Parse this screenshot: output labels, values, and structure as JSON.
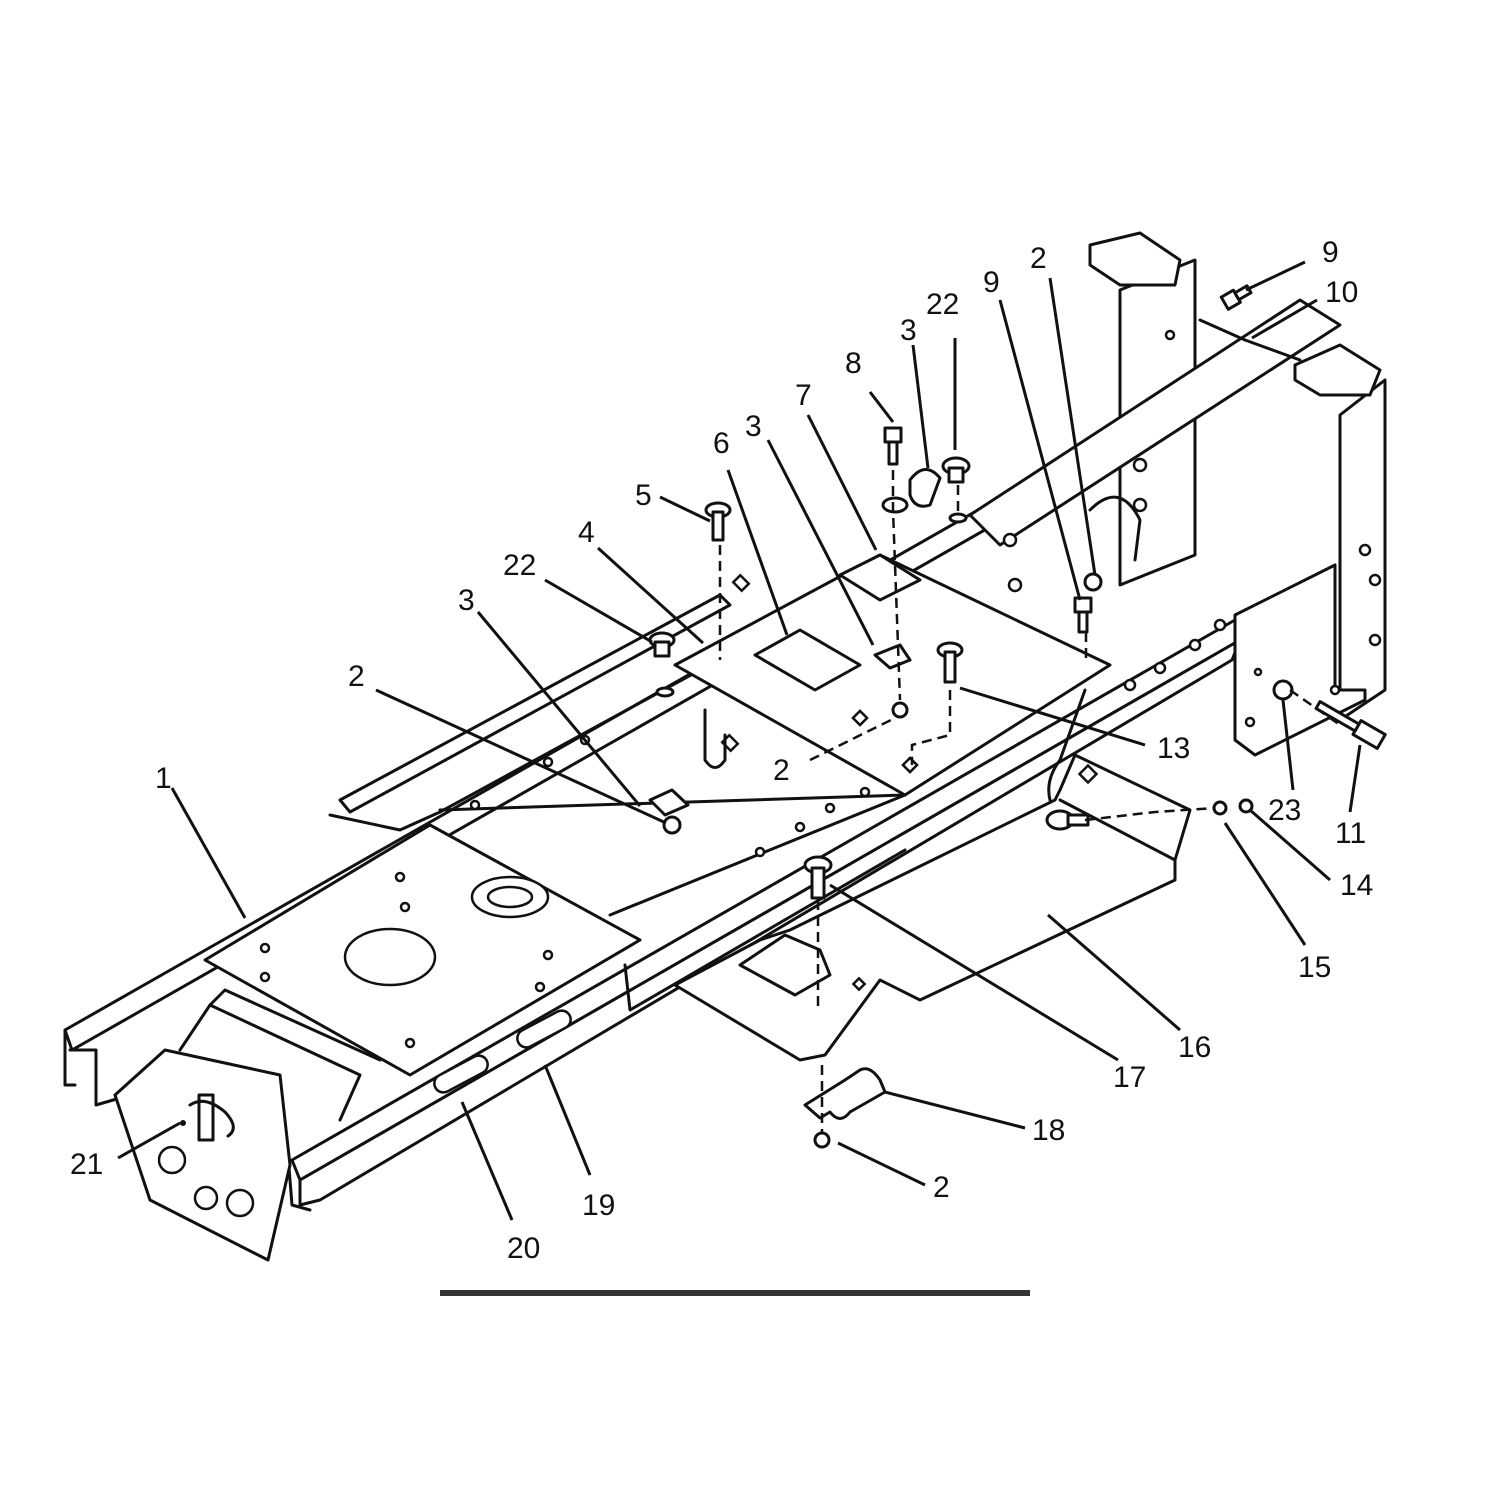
{
  "figure": {
    "callouts": [
      {
        "id": "c9a",
        "label": "9"
      },
      {
        "id": "c10",
        "label": "10"
      },
      {
        "id": "c2a",
        "label": "2"
      },
      {
        "id": "c9b",
        "label": "9"
      },
      {
        "id": "c22a",
        "label": "22"
      },
      {
        "id": "c3a",
        "label": "3"
      },
      {
        "id": "c8",
        "label": "8"
      },
      {
        "id": "c7",
        "label": "7"
      },
      {
        "id": "c3b",
        "label": "3"
      },
      {
        "id": "c6",
        "label": "6"
      },
      {
        "id": "c5",
        "label": "5"
      },
      {
        "id": "c4",
        "label": "4"
      },
      {
        "id": "c22b",
        "label": "22"
      },
      {
        "id": "c3c",
        "label": "3"
      },
      {
        "id": "c2b",
        "label": "2"
      },
      {
        "id": "c1",
        "label": "1"
      },
      {
        "id": "c2c",
        "label": "2"
      },
      {
        "id": "c13",
        "label": "13"
      },
      {
        "id": "c23",
        "label": "23"
      },
      {
        "id": "c11",
        "label": "11"
      },
      {
        "id": "c14",
        "label": "14"
      },
      {
        "id": "c15",
        "label": "15"
      },
      {
        "id": "c16",
        "label": "16"
      },
      {
        "id": "c17",
        "label": "17"
      },
      {
        "id": "c18",
        "label": "18"
      },
      {
        "id": "c2d",
        "label": "2"
      },
      {
        "id": "c19",
        "label": "19"
      },
      {
        "id": "c20",
        "label": "20"
      },
      {
        "id": "c21",
        "label": "21"
      }
    ]
  }
}
